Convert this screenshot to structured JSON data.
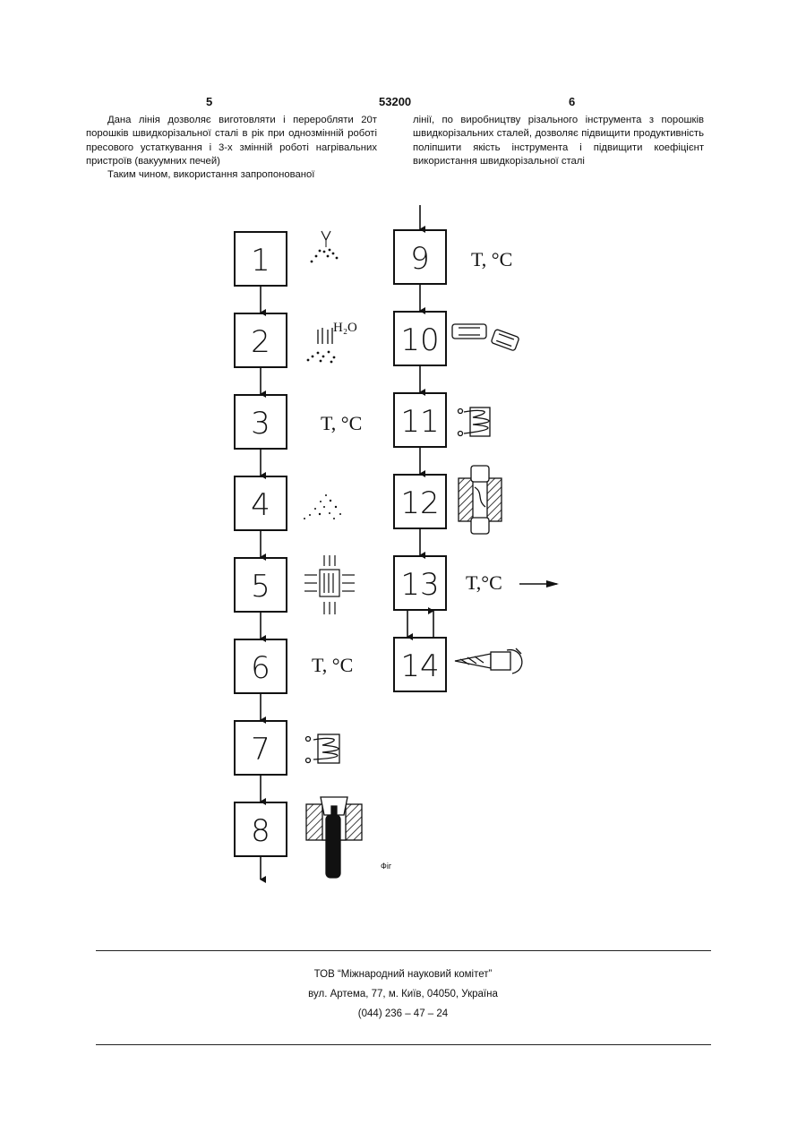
{
  "header": {
    "left_page": "5",
    "patent_number": "53200",
    "right_page": "6"
  },
  "left_column": {
    "paragraphs": [
      "Дана лінія дозволяє виготовляти і переробляти 20т порошків швидкорізальної сталі в рік при однозмінній роботі пресового устаткування і 3-х змінній роботі нагрівальних пристроїв (вакуумних печей)",
      "Таким чином, використання запропонованої"
    ]
  },
  "right_column": {
    "paragraphs": [
      "лінії, по виробництву різального інструмента з порошків швидкорізальних сталей, дозволяє підвищити продуктивність поліпшити якість інструмента і підвищити коефіцієнт використання швидкорізальної сталі"
    ]
  },
  "figure": {
    "left_chain": [
      "1",
      "2",
      "3",
      "4",
      "5",
      "6",
      "7",
      "8"
    ],
    "right_chain": [
      "9",
      "10",
      "11",
      "12",
      "13",
      "14"
    ],
    "labels": {
      "temperature": "T, °C",
      "temperature_13": "T,°C",
      "water": "H₂O",
      "caption": "Фіг"
    }
  },
  "footer": {
    "company": "ТОВ “Міжнародний науковий комітет”",
    "address": "вул. Артема, 77, м. Київ, 04050, Україна",
    "phone": "(044) 236 – 47 – 24"
  }
}
